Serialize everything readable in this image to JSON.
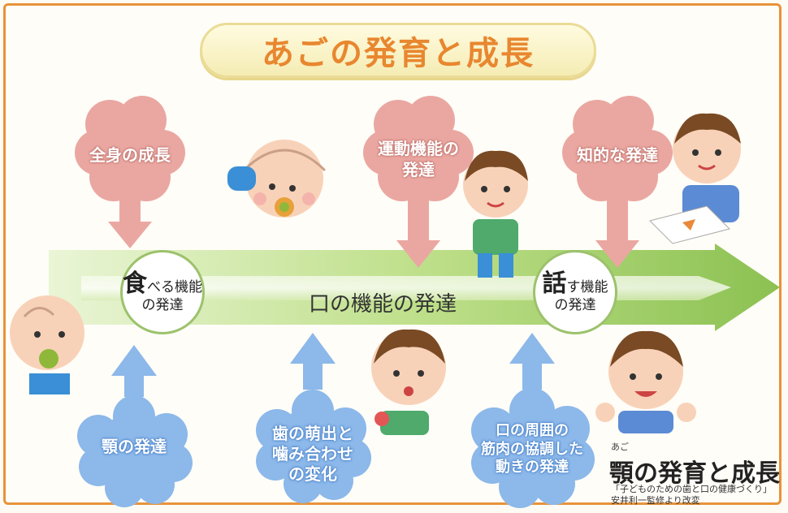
{
  "title": "あごの発育と成長",
  "top_labels": {
    "body_growth": "全身の成長",
    "motor_line1": "運動機能の",
    "motor_line2": "発達",
    "intellect": "知的な発達"
  },
  "band_label": "口の機能の発達",
  "nodes": {
    "eating_big": "食",
    "eating_rest": "べる機能",
    "eating_sub": "の発達",
    "speaking_big": "話",
    "speaking_rest": "す機能",
    "speaking_sub": "の発達"
  },
  "bottom_labels": {
    "jaw": "顎の発達",
    "teeth_line1": "歯の萌出と",
    "teeth_line2": "噛み合わせ",
    "teeth_line3": "の変化",
    "muscle_line1": "口の周囲の",
    "muscle_line2": "筋肉の協調した",
    "muscle_line3": "動きの発達"
  },
  "caption": {
    "ruby": "あご",
    "main": "顎の発育と成長",
    "source_line1": "「子どものための歯と口の健康づくり」",
    "source_line2": "安井利一監修より改変"
  },
  "colors": {
    "frame": "#e8933a",
    "title_text": "#e8872f",
    "cloud": "#eaa7a1",
    "blue_flower": "#8cb8ea",
    "arrow_green": "#8cc152"
  }
}
